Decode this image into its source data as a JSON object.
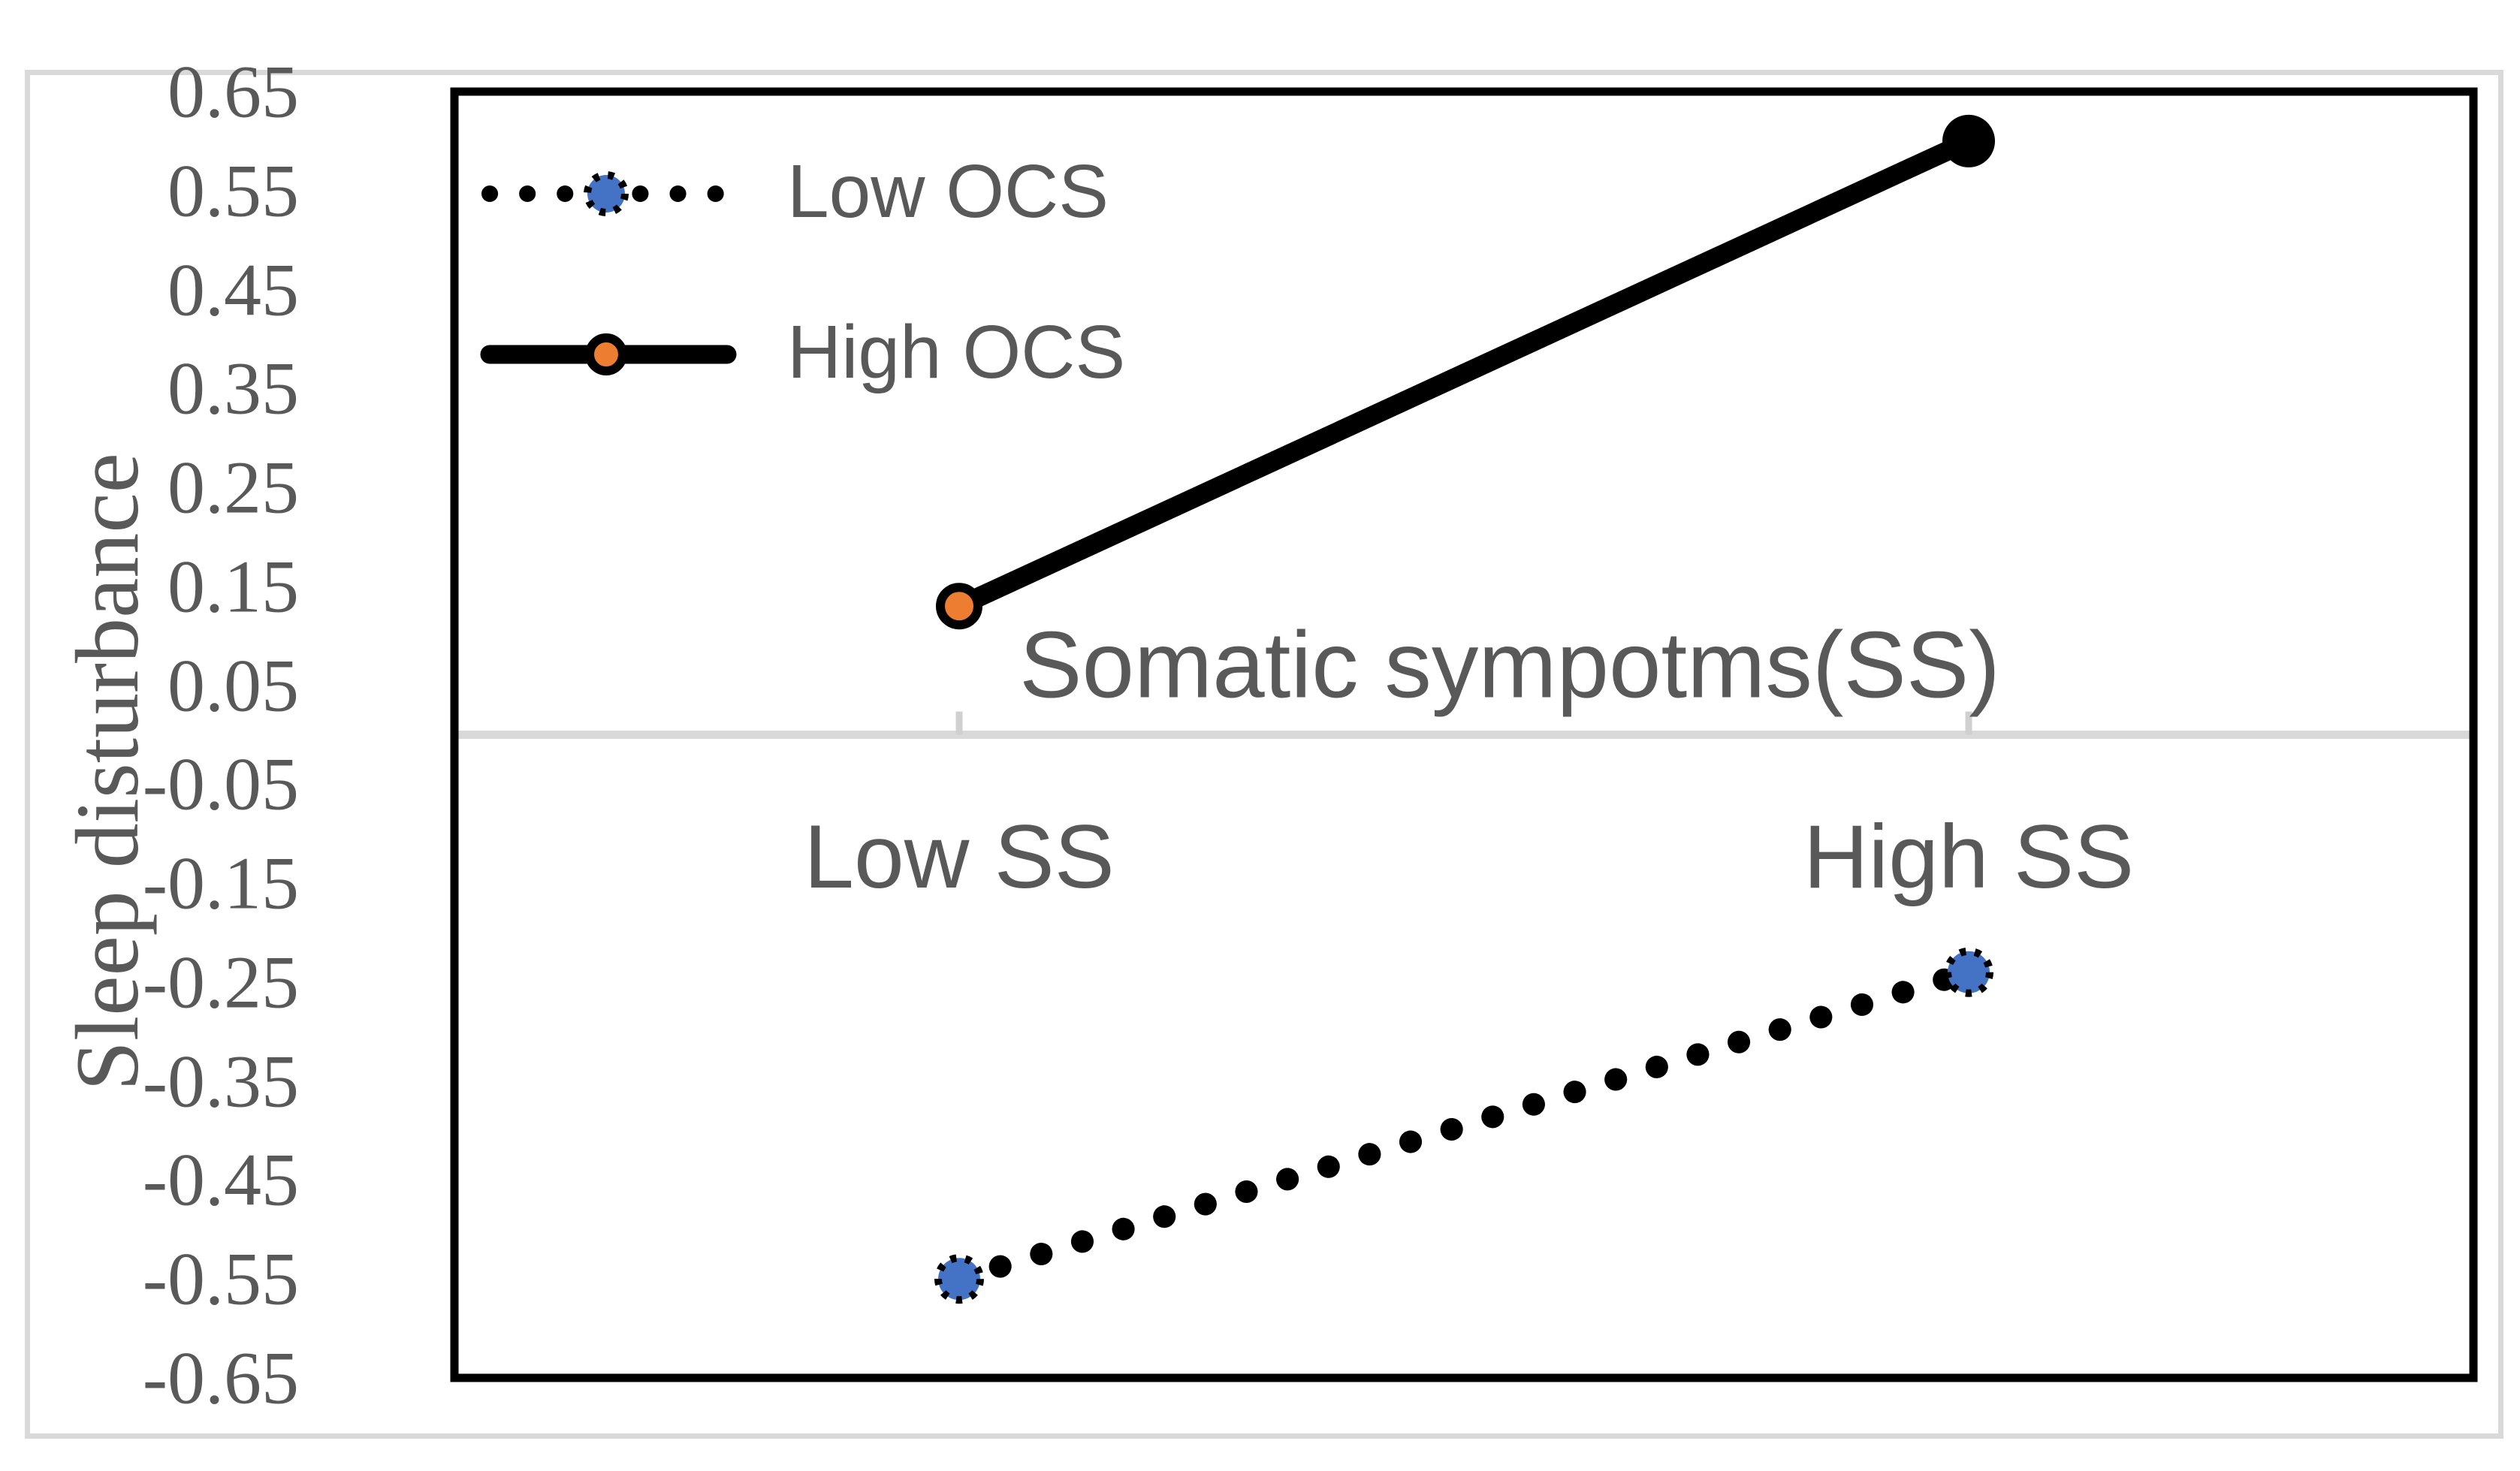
{
  "figure": {
    "background": "#ffffff",
    "border_color": "#d9d9d9"
  },
  "chart_data": {
    "type": "line",
    "title": "",
    "xlabel": "Somatic sympotms(SS)",
    "ylabel": "Sleep disturbance",
    "categories": [
      "Low SS",
      "High SS"
    ],
    "category_x_fractions": [
      0.25,
      0.75
    ],
    "series": [
      {
        "id": "low-ocs",
        "name": "Low OCS",
        "values": [
          -0.55,
          -0.24
        ],
        "line_style": "dotted",
        "line_color": "#000000",
        "markers": [
          {
            "fill": "#4472c4",
            "outline": "dashed",
            "r": 28
          },
          {
            "fill": "#4472c4",
            "outline": "dashed",
            "r": 28
          }
        ]
      },
      {
        "id": "high-ocs",
        "name": "High OCS",
        "values": [
          0.13,
          0.6
        ],
        "line_style": "solid",
        "line_color": "#000000",
        "markers": [
          {
            "fill": "#ed7d31",
            "outline": "solid",
            "r": 25
          },
          {
            "fill": "#000000",
            "outline": "none",
            "r": 35
          }
        ]
      }
    ],
    "ylim": [
      -0.65,
      0.65
    ],
    "y_tick_step": 0.1,
    "y_ticks": [
      "0.65",
      "0.55",
      "0.45",
      "0.35",
      "0.25",
      "0.15",
      "0.05",
      "-0.05",
      "-0.15",
      "-0.25",
      "-0.35",
      "-0.45",
      "-0.55",
      "-0.65"
    ],
    "grid": false,
    "legend_position": "top-left-inside",
    "colors": {
      "accent_blue": "#4472c4",
      "accent_orange": "#ed7d31",
      "line_black": "#000000",
      "axis_text": "#595959",
      "zero_line": "#d9d9d9",
      "tick": "#d0d0d0",
      "figure_border": "#d9d9d9"
    }
  }
}
